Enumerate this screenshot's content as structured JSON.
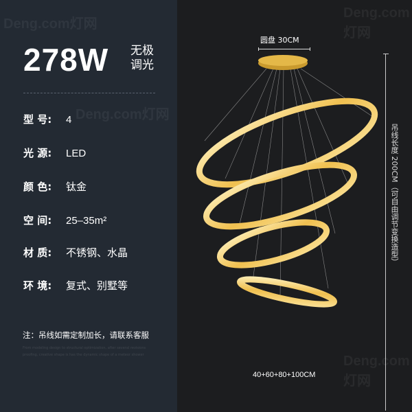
{
  "watermark": "Deng.com灯网",
  "power": {
    "value": "278W",
    "sub_line1": "无极",
    "sub_line2": "调光"
  },
  "specs": [
    {
      "key": "型  号:",
      "value": "4"
    },
    {
      "key": "光  源:",
      "value": "LED"
    },
    {
      "key": "颜  色:",
      "value": "钛金"
    },
    {
      "key": "空  间:",
      "value": "25–35m²"
    },
    {
      "key": "材  质:",
      "value": "不锈钢、水晶"
    },
    {
      "key": "环  境:",
      "value": "复式、别墅等"
    }
  ],
  "note": "注：吊线如需定制加长，请联系客服",
  "note_en": "From modeling design to structural optimization, after several revisions proofing, creative shape is has the dynamic shape of a meteor shower",
  "product": {
    "disc_label": "圆盘 30CM",
    "cable_label": "吊线长度 200CM（可自由调节变换造型）",
    "size_label": "40+60+80+100CM"
  },
  "colors": {
    "left_bg": "#232a33",
    "right_bg": "#1c1d1f",
    "gold": "#f3c65a"
  }
}
